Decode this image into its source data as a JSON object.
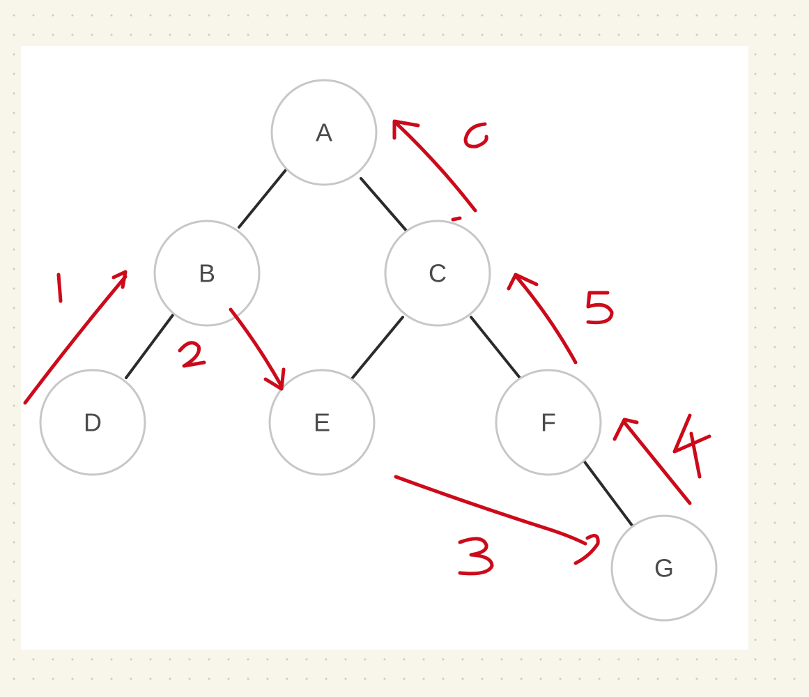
{
  "tree": {
    "nodes": [
      {
        "id": "A",
        "label": "A"
      },
      {
        "id": "B",
        "label": "B"
      },
      {
        "id": "C",
        "label": "C"
      },
      {
        "id": "D",
        "label": "D"
      },
      {
        "id": "E",
        "label": "E"
      },
      {
        "id": "F",
        "label": "F"
      },
      {
        "id": "G",
        "label": "G"
      }
    ],
    "edges": [
      {
        "from": "A",
        "to": "B"
      },
      {
        "from": "A",
        "to": "C"
      },
      {
        "from": "B",
        "to": "D"
      },
      {
        "from": "C",
        "to": "E"
      },
      {
        "from": "C",
        "to": "F"
      },
      {
        "from": "F",
        "to": "G"
      }
    ]
  },
  "annotations": {
    "color": "#cc0a1a",
    "steps": [
      {
        "label": "1"
      },
      {
        "label": "2"
      },
      {
        "label": "3"
      },
      {
        "label": "4"
      },
      {
        "label": "5"
      },
      {
        "label": "6"
      }
    ]
  }
}
